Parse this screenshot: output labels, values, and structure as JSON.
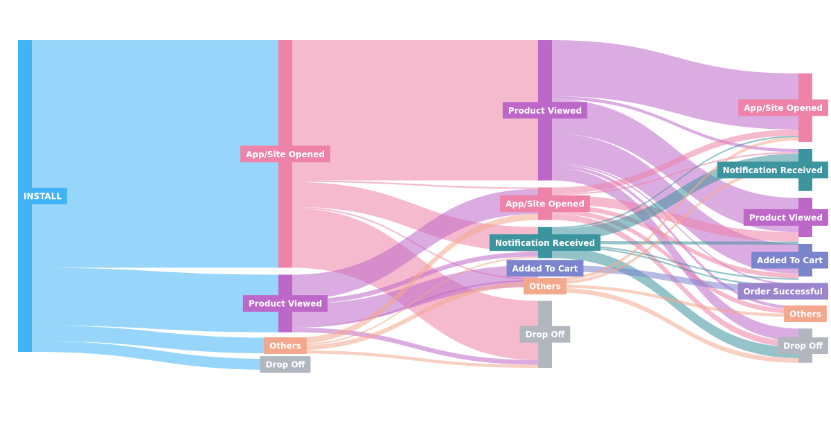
{
  "colors": {
    "install": "#42b4f5",
    "app": "#ee82a8",
    "product": "#bd68c9",
    "notif": "#3c949f",
    "cart": "#7b84cc",
    "order": "#9a85cc",
    "others": "#f3a78c",
    "dropoff": "#b1b6bf"
  },
  "chart_data": {
    "type": "sankey",
    "title": "",
    "stages": 4,
    "nodes": [
      {
        "id": "install",
        "label": "INSTALL",
        "stage": 0,
        "color_key": "install",
        "value": 1000
      },
      {
        "id": "s1_app",
        "label": "App/Site Opened",
        "stage": 1,
        "color_key": "app",
        "value": 730
      },
      {
        "id": "s1_pv",
        "label": "Product Viewed",
        "stage": 1,
        "color_key": "product",
        "value": 185
      },
      {
        "id": "s1_oth",
        "label": "Others",
        "stage": 1,
        "color_key": "others",
        "value": 50
      },
      {
        "id": "s1_drop",
        "label": "Drop Off",
        "stage": 1,
        "color_key": "dropoff",
        "value": 35
      },
      {
        "id": "s2_pv",
        "label": "Product Viewed",
        "stage": 2,
        "color_key": "product",
        "value": 450
      },
      {
        "id": "s2_app",
        "label": "App/Site Opened",
        "stage": 2,
        "color_key": "app",
        "value": 105
      },
      {
        "id": "s2_notif",
        "label": "Notification Received",
        "stage": 2,
        "color_key": "notif",
        "value": 100
      },
      {
        "id": "s2_cart",
        "label": "Added To Cart",
        "stage": 2,
        "color_key": "cart",
        "value": 20
      },
      {
        "id": "s2_oth",
        "label": "Others",
        "stage": 2,
        "color_key": "others",
        "value": 50
      },
      {
        "id": "s2_drop",
        "label": "Drop Off",
        "stage": 2,
        "color_key": "dropoff",
        "value": 215
      },
      {
        "id": "s3_app",
        "label": "App/Site Opened",
        "stage": 3,
        "color_key": "app",
        "value": 220
      },
      {
        "id": "s3_notif",
        "label": "Notification Received",
        "stage": 3,
        "color_key": "notif",
        "value": 135
      },
      {
        "id": "s3_pv",
        "label": "Product Viewed",
        "stage": 3,
        "color_key": "product",
        "value": 125
      },
      {
        "id": "s3_cart",
        "label": "Added To Cart",
        "stage": 3,
        "color_key": "cart",
        "value": 105
      },
      {
        "id": "s3_order",
        "label": "Order Successful",
        "stage": 3,
        "color_key": "order",
        "value": 50
      },
      {
        "id": "s3_oth",
        "label": "Others",
        "stage": 3,
        "color_key": "others",
        "value": 50
      },
      {
        "id": "s3_drop",
        "label": "Drop Off",
        "stage": 3,
        "color_key": "dropoff",
        "value": 110
      }
    ],
    "links": [
      {
        "source": "install",
        "target": "s1_app",
        "value": 730
      },
      {
        "source": "install",
        "target": "s1_pv",
        "value": 185
      },
      {
        "source": "install",
        "target": "s1_oth",
        "value": 50
      },
      {
        "source": "install",
        "target": "s1_drop",
        "value": 35
      },
      {
        "source": "s1_app",
        "target": "s2_pv",
        "value": 450
      },
      {
        "source": "s1_app",
        "target": "s2_app",
        "value": 5
      },
      {
        "source": "s1_app",
        "target": "s2_notif",
        "value": 80
      },
      {
        "source": "s1_app",
        "target": "s2_oth",
        "value": 5
      },
      {
        "source": "s1_app",
        "target": "s2_drop",
        "value": 190
      },
      {
        "source": "s1_pv",
        "target": "s2_app",
        "value": 80
      },
      {
        "source": "s1_pv",
        "target": "s2_notif",
        "value": 15
      },
      {
        "source": "s1_pv",
        "target": "s2_cart",
        "value": 70
      },
      {
        "source": "s1_pv",
        "target": "s2_oth",
        "value": 5
      },
      {
        "source": "s1_pv",
        "target": "s2_drop",
        "value": 15
      },
      {
        "source": "s1_oth",
        "target": "s2_app",
        "value": 20
      },
      {
        "source": "s1_oth",
        "target": "s2_notif",
        "value": 5
      },
      {
        "source": "s1_oth",
        "target": "s2_oth",
        "value": 15
      },
      {
        "source": "s1_oth",
        "target": "s2_drop",
        "value": 10
      },
      {
        "source": "s2_pv",
        "target": "s3_app",
        "value": 180
      },
      {
        "source": "s2_pv",
        "target": "s3_notif",
        "value": 10
      },
      {
        "source": "s2_pv",
        "target": "s3_pv",
        "value": 110
      },
      {
        "source": "s2_pv",
        "target": "s3_cart",
        "value": 95
      },
      {
        "source": "s2_pv",
        "target": "s3_order",
        "value": 5
      },
      {
        "source": "s2_pv",
        "target": "s3_oth",
        "value": 10
      },
      {
        "source": "s2_pv",
        "target": "s3_drop",
        "value": 40
      },
      {
        "source": "s2_app",
        "target": "s3_app",
        "value": 20
      },
      {
        "source": "s2_app",
        "target": "s3_notif",
        "value": 5
      },
      {
        "source": "s2_app",
        "target": "s3_pv",
        "value": 30
      },
      {
        "source": "s2_app",
        "target": "s3_cart",
        "value": 15
      },
      {
        "source": "s2_app",
        "target": "s3_oth",
        "value": 15
      },
      {
        "source": "s2_app",
        "target": "s3_drop",
        "value": 20
      },
      {
        "source": "s2_notif",
        "target": "s3_app",
        "value": 5
      },
      {
        "source": "s2_notif",
        "target": "s3_notif",
        "value": 40
      },
      {
        "source": "s2_notif",
        "target": "s3_pv",
        "value": 10
      },
      {
        "source": "s2_notif",
        "target": "s3_cart",
        "value": 5
      },
      {
        "source": "s2_notif",
        "target": "s3_order",
        "value": 5
      },
      {
        "source": "s2_notif",
        "target": "s3_drop",
        "value": 35
      },
      {
        "source": "s2_cart",
        "target": "s3_order",
        "value": 20
      },
      {
        "source": "s2_oth",
        "target": "s3_app",
        "value": 10
      },
      {
        "source": "s2_oth",
        "target": "s3_notif",
        "value": 10
      },
      {
        "source": "s2_oth",
        "target": "s3_oth",
        "value": 10
      },
      {
        "source": "s2_oth",
        "target": "s3_drop",
        "value": 15
      }
    ]
  }
}
